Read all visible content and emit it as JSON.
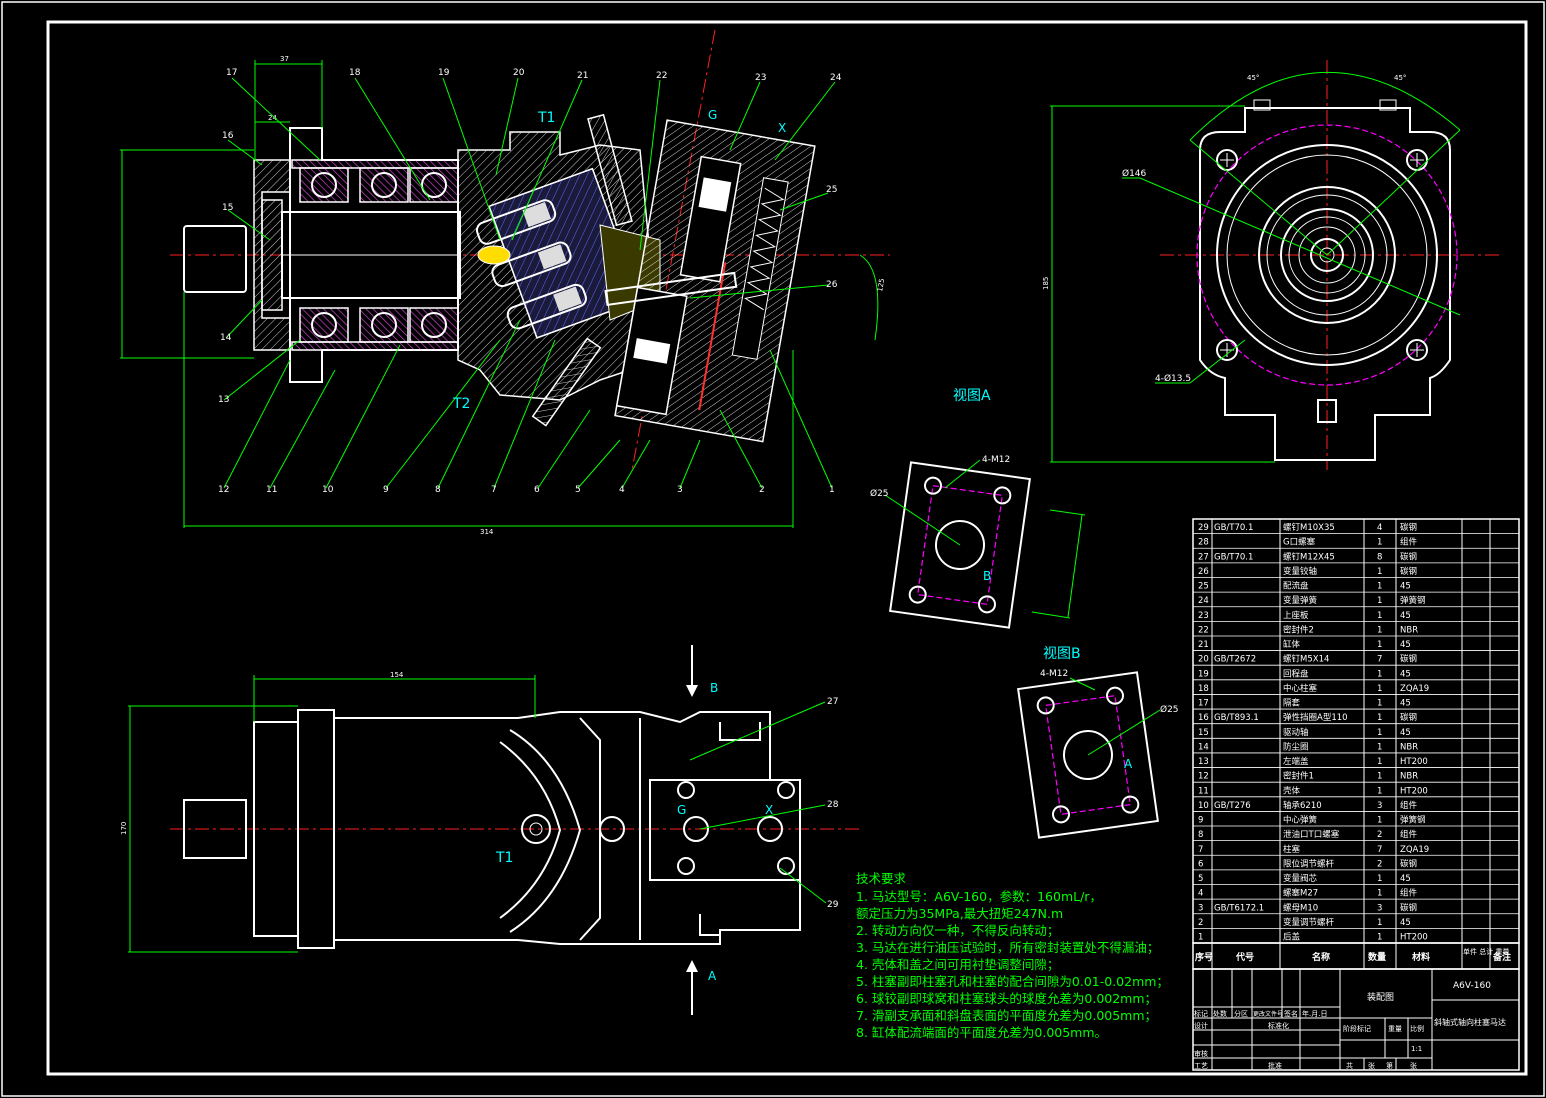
{
  "drawing": {
    "title_view_a": "视图A",
    "title_view_b": "视图B",
    "port_t1": "T1",
    "port_t2": "T2",
    "port_g": "G",
    "port_x": "X",
    "port_b": "B",
    "port_a": "A",
    "arrow_b": "B",
    "arrow_a": "A",
    "label_m12": "4-M12",
    "label_d25": "Ø25",
    "label_d146": "Ø146",
    "label_d135": "4-Ø13.5",
    "dims": {
      "d37": "37",
      "d24": "24",
      "d314": "314",
      "d154": "154",
      "d125": "125",
      "d185": "185",
      "d170": "170",
      "d45a": "45°",
      "d45b": "45°"
    },
    "callouts": [
      "17",
      "18",
      "19",
      "20",
      "21",
      "22",
      "23",
      "24",
      "25",
      "26",
      "16",
      "15",
      "14",
      "13",
      "12",
      "11",
      "10",
      "9",
      "8",
      "7",
      "6",
      "5",
      "4",
      "3",
      "2",
      "1",
      "27",
      "28",
      "29"
    ]
  },
  "tech": {
    "heading": "技术要求",
    "lines": [
      "1. 马达型号：A6V-160，参数：160mL/r，",
      "额定压力为35MPa,最大扭矩247N.m",
      "2. 转动方向仅一种，不得反向转动；",
      "3. 马达在进行油压试验时，所有密封装置处不得漏油；",
      "4. 壳体和盖之间可用衬垫调整间隙；",
      "5. 柱塞副即柱塞孔和柱塞的配合间隙为0.01-0.02mm；",
      "6. 球铰副即球窝和柱塞球头的球度允差为0.002mm；",
      "7. 滑副支承面和斜盘表面的平面度允差为0.005mm；",
      "8. 缸体配流端面的平面度允差为0.005mm。"
    ]
  },
  "bom": {
    "header": {
      "no": "序号",
      "code": "代号",
      "name": "名称",
      "qty": "数量",
      "material": "材料",
      "weight": "单件 总计 重量",
      "remark": "备注"
    },
    "rows": [
      {
        "no": "29",
        "code": "GB/T70.1",
        "name": "螺钉M10X35",
        "qty": "4",
        "mat": "碳钢"
      },
      {
        "no": "28",
        "code": "",
        "name": "G口螺塞",
        "qty": "1",
        "mat": "组件"
      },
      {
        "no": "27",
        "code": "GB/T70.1",
        "name": "螺钉M12X45",
        "qty": "8",
        "mat": "碳钢"
      },
      {
        "no": "26",
        "code": "",
        "name": "变量铰轴",
        "qty": "1",
        "mat": "碳钢"
      },
      {
        "no": "25",
        "code": "",
        "name": "配流盘",
        "qty": "1",
        "mat": "45"
      },
      {
        "no": "24",
        "code": "",
        "name": "变量弹簧",
        "qty": "1",
        "mat": "弹簧钢"
      },
      {
        "no": "23",
        "code": "",
        "name": "上座板",
        "qty": "1",
        "mat": "45"
      },
      {
        "no": "22",
        "code": "",
        "name": "密封件2",
        "qty": "1",
        "mat": "NBR"
      },
      {
        "no": "21",
        "code": "",
        "name": "缸体",
        "qty": "1",
        "mat": "45"
      },
      {
        "no": "20",
        "code": "GB/T2672",
        "name": "螺钉M5X14",
        "qty": "7",
        "mat": "碳钢"
      },
      {
        "no": "19",
        "code": "",
        "name": "回程盘",
        "qty": "1",
        "mat": "45"
      },
      {
        "no": "18",
        "code": "",
        "name": "中心柱塞",
        "qty": "1",
        "mat": "ZQA19"
      },
      {
        "no": "17",
        "code": "",
        "name": "隔套",
        "qty": "1",
        "mat": "45"
      },
      {
        "no": "16",
        "code": "GB/T893.1",
        "name": "弹性挡圈A型110",
        "qty": "1",
        "mat": "碳钢"
      },
      {
        "no": "15",
        "code": "",
        "name": "驱动轴",
        "qty": "1",
        "mat": "45"
      },
      {
        "no": "14",
        "code": "",
        "name": "防尘圈",
        "qty": "1",
        "mat": "NBR"
      },
      {
        "no": "13",
        "code": "",
        "name": "左端盖",
        "qty": "1",
        "mat": "HT200"
      },
      {
        "no": "12",
        "code": "",
        "name": "密封件1",
        "qty": "1",
        "mat": "NBR"
      },
      {
        "no": "11",
        "code": "",
        "name": "壳体",
        "qty": "1",
        "mat": "HT200"
      },
      {
        "no": "10",
        "code": "GB/T276",
        "name": "轴承6210",
        "qty": "3",
        "mat": "组件"
      },
      {
        "no": "9",
        "code": "",
        "name": "中心弹簧",
        "qty": "1",
        "mat": "弹簧钢"
      },
      {
        "no": "8",
        "code": "",
        "name": "泄油口T口螺塞",
        "qty": "2",
        "mat": "组件"
      },
      {
        "no": "7",
        "code": "",
        "name": "柱塞",
        "qty": "7",
        "mat": "ZQA19"
      },
      {
        "no": "6",
        "code": "",
        "name": "限位调节螺杆",
        "qty": "2",
        "mat": "碳钢"
      },
      {
        "no": "5",
        "code": "",
        "name": "变量阀芯",
        "qty": "1",
        "mat": "45"
      },
      {
        "no": "4",
        "code": "",
        "name": "螺塞M27",
        "qty": "1",
        "mat": "组件"
      },
      {
        "no": "3",
        "code": "GB/T6172.1",
        "name": "螺母M10",
        "qty": "3",
        "mat": "碳钢"
      },
      {
        "no": "2",
        "code": "",
        "name": "变量调节螺杆",
        "qty": "1",
        "mat": "45"
      },
      {
        "no": "1",
        "code": "",
        "name": "后盖",
        "qty": "1",
        "mat": "HT200"
      }
    ]
  },
  "title_block": {
    "drawing_name": "装配图",
    "model": "A6V-160",
    "product": "斜轴式轴向柱塞马达",
    "c_mark": "标记",
    "c_count": "处数",
    "c_zone": "分区",
    "c_change": "更改文件号",
    "c_sign": "签名",
    "c_date": "年.月.日",
    "c_design": "设计",
    "c_std": "标准化",
    "c_check": "审核",
    "c_process": "工艺",
    "c_approve": "批准",
    "c_stage": "阶段标记",
    "c_weight": "重量",
    "c_scale": "比例",
    "scale": "1:1",
    "c_total": "共",
    "c_sheet": "张",
    "c_of": "第",
    "c_sheet2": "张"
  },
  "colors": {
    "background": "#000000",
    "line": "#ffffff",
    "leader": "#00ff00",
    "center": "#ff2020",
    "text_cyan": "#00ffff",
    "hidden": "#ff00ff"
  }
}
